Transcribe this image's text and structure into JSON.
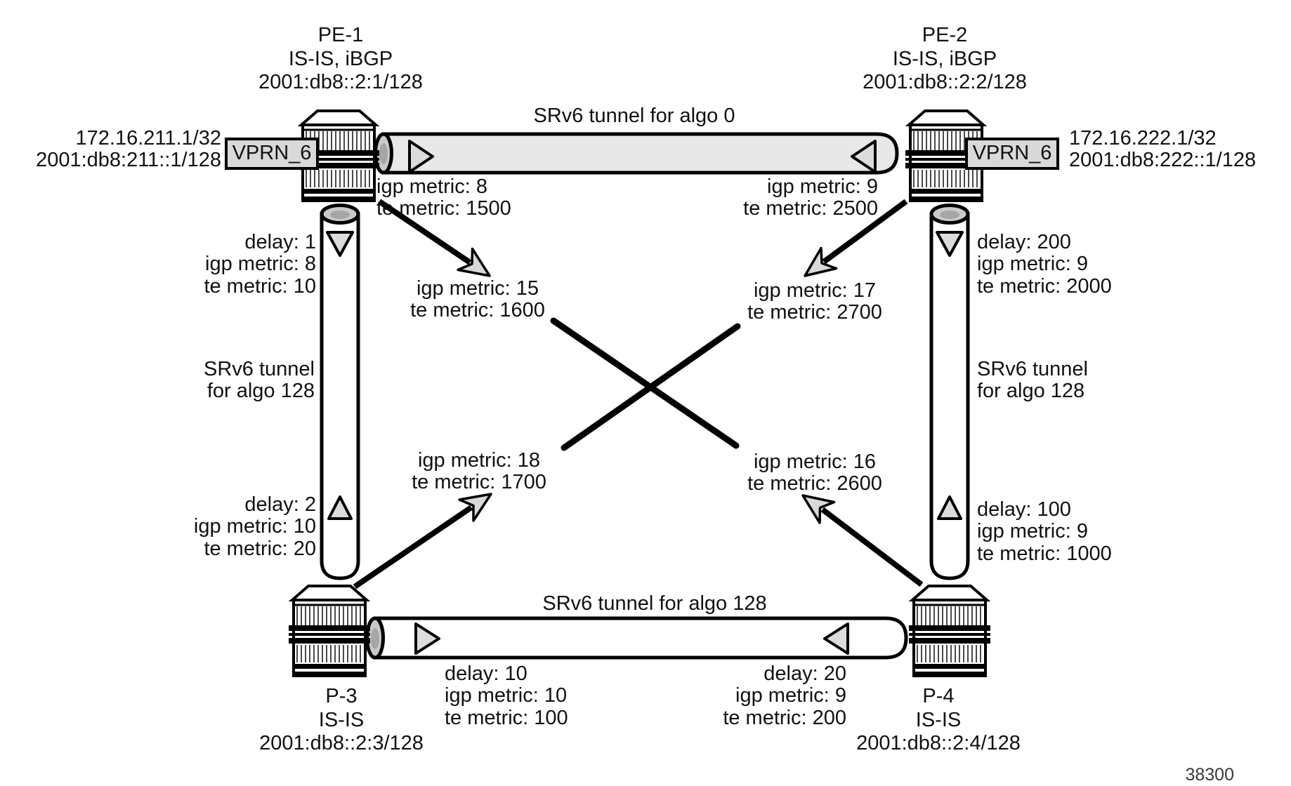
{
  "figure_number": "38300",
  "colors": {
    "background": "#ffffff",
    "text": "#111111",
    "line": "#000000",
    "tunnel_fill": "#e8e8e8",
    "tunnel_white": "#ffffff",
    "cap_outer": "#c9c9c9",
    "cap_inner": "#a6a6a6",
    "triangle_fill": "#dcdcdc",
    "arrowhead_fill": "#d9d9d9",
    "vprn_box_fill": "#d9d9d9"
  },
  "nodes": {
    "pe1": {
      "name": "PE-1",
      "protocols": "IS-IS, iBGP",
      "address": "2001:db8::2:1/128"
    },
    "pe2": {
      "name": "PE-2",
      "protocols": "IS-IS, iBGP",
      "address": "2001:db8::2:2/128"
    },
    "p3": {
      "name": "P-3",
      "protocols": "IS-IS",
      "address": "2001:db8::2:3/128"
    },
    "p4": {
      "name": "P-4",
      "protocols": "IS-IS",
      "address": "2001:db8::2:4/128"
    }
  },
  "vprn_left": {
    "label": "VPRN_6",
    "ipv4": "172.16.211.1/32",
    "ipv6": "2001:db8:211::1/128"
  },
  "vprn_right": {
    "label": "VPRN_6",
    "ipv4": "172.16.222.1/32",
    "ipv6": "2001:db8:222::1/128"
  },
  "tunnel_top": {
    "title": "SRv6 tunnel for algo 0",
    "pe1_igp": "igp metric: 8",
    "pe1_te": "te metric: 1500",
    "pe2_igp": "igp metric: 9",
    "pe2_te": "te metric: 2500"
  },
  "tunnel_left": {
    "title_line1": "SRv6 tunnel",
    "title_line2": "for algo 128",
    "top_delay": "delay: 1",
    "top_igp": "igp metric: 8",
    "top_te": "te metric: 10",
    "bottom_delay": "delay: 2",
    "bottom_igp": "igp metric: 10",
    "bottom_te": "te metric: 20"
  },
  "tunnel_right": {
    "title_line1": "SRv6 tunnel",
    "title_line2": "for algo 128",
    "top_delay": "delay: 200",
    "top_igp": "igp metric: 9",
    "top_te": "te metric: 2000",
    "bottom_delay": "delay: 100",
    "bottom_igp": "igp metric: 9",
    "bottom_te": "te metric: 1000"
  },
  "tunnel_bottom": {
    "title": "SRv6 tunnel for algo 128",
    "p3_delay": "delay: 10",
    "p3_igp": "igp metric: 10",
    "p3_te": "te metric: 100",
    "p4_delay": "delay: 20",
    "p4_igp": "igp metric: 9",
    "p4_te": "te metric: 200"
  },
  "diagonal_links": {
    "pe1_to_p4": {
      "igp": "igp metric: 15",
      "te": "te metric: 1600"
    },
    "pe2_to_p3": {
      "igp": "igp metric: 17",
      "te": "te metric: 2700"
    },
    "p3_to_pe2": {
      "igp": "igp metric: 18",
      "te": "te metric: 1700"
    },
    "p4_to_pe1": {
      "igp": "igp metric: 16",
      "te": "te metric: 2600"
    }
  }
}
